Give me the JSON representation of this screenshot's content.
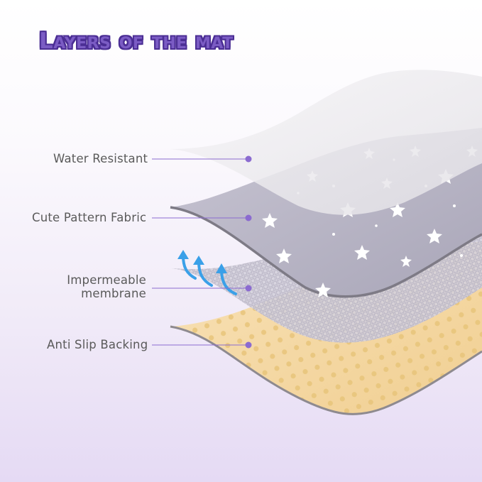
{
  "title": "Layers of the mat",
  "layers": [
    {
      "label": "Water Resistant"
    },
    {
      "label": "Cute Pattern Fabric"
    },
    {
      "label_line1": "Impermeable",
      "label_line2": "membrane"
    },
    {
      "label": "Anti Slip Backing"
    }
  ],
  "colors": {
    "title_fill": "#7b5cc4",
    "title_outline": "#4b2e94",
    "leader_line": "#8b6bd0",
    "water_layer": "#efedf1",
    "fabric_layer": "#b9b6c6",
    "membrane_layer": "#cfcbd8",
    "backing_layer": "#f4d9a8",
    "backing_dots": "#e9c67e",
    "arrows": "#3aa0e8"
  }
}
